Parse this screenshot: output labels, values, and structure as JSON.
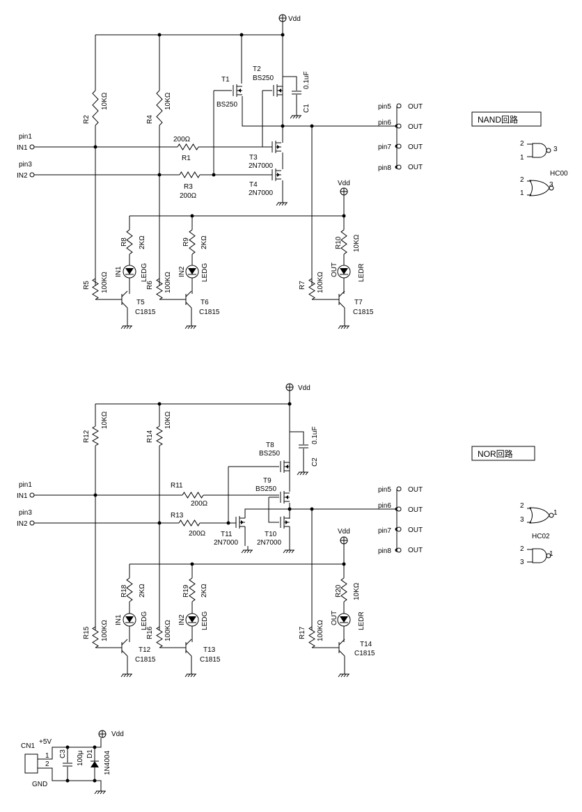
{
  "supply": {
    "vdd": "Vdd"
  },
  "pins": {
    "pin1": "pin1",
    "pin3": "pin3",
    "pin5": "pin5",
    "pin6": "pin6",
    "pin7": "pin7",
    "pin8": "pin8",
    "in1": "IN1",
    "in2": "IN2",
    "out": "OUT"
  },
  "nand": {
    "title": "NAND回路",
    "R1": {
      "ref": "R1",
      "val": "200Ω"
    },
    "R3": {
      "ref": "R3",
      "val": "200Ω"
    },
    "R2": {
      "ref": "R2",
      "val": "10KΩ"
    },
    "R4": {
      "ref": "R4",
      "val": "10KΩ"
    },
    "R5": {
      "ref": "R5",
      "val": "100KΩ"
    },
    "R6": {
      "ref": "R6",
      "val": "100KΩ"
    },
    "R7": {
      "ref": "R7",
      "val": "100KΩ"
    },
    "R8": {
      "ref": "R8",
      "val": "2KΩ"
    },
    "R9": {
      "ref": "R9",
      "val": "2KΩ"
    },
    "R10": {
      "ref": "R10",
      "val": "10KΩ"
    },
    "T1": {
      "ref": "T1",
      "val": "BS250"
    },
    "T2": {
      "ref": "T2",
      "val": "BS250"
    },
    "T3": {
      "ref": "T3",
      "val": "2N7000"
    },
    "T4": {
      "ref": "T4",
      "val": "2N7000"
    },
    "T5": {
      "ref": "T5",
      "val": "C1815"
    },
    "T6": {
      "ref": "T6",
      "val": "C1815"
    },
    "T7": {
      "ref": "T7",
      "val": "C1815"
    },
    "C1": {
      "ref": "C1",
      "val": "0.1uF"
    },
    "led1": {
      "name": "IN1",
      "type": "LEDG"
    },
    "led2": {
      "name": "IN2",
      "type": "LEDG"
    },
    "led3": {
      "name": "OUT",
      "type": "LEDR"
    },
    "gate_pins": {
      "a": "2",
      "b": "1",
      "y": "3"
    },
    "ic": "HC00"
  },
  "nor": {
    "title": "NOR回路",
    "R11": {
      "ref": "R11",
      "val": "200Ω"
    },
    "R13": {
      "ref": "R13",
      "val": "200Ω"
    },
    "R12": {
      "ref": "R12",
      "val": "10KΩ"
    },
    "R14": {
      "ref": "R14",
      "val": "10KΩ"
    },
    "R15": {
      "ref": "R15",
      "val": "100KΩ"
    },
    "R16": {
      "ref": "R16",
      "val": "100KΩ"
    },
    "R17": {
      "ref": "R17",
      "val": "100KΩ"
    },
    "R18": {
      "ref": "R18",
      "val": "2KΩ"
    },
    "R19": {
      "ref": "R19",
      "val": "2KΩ"
    },
    "R20": {
      "ref": "R20",
      "val": "10KΩ"
    },
    "T8": {
      "ref": "T8",
      "val": "BS250"
    },
    "T9": {
      "ref": "T9",
      "val": "BS250"
    },
    "T10": {
      "ref": "T10",
      "val": "2N7000"
    },
    "T11": {
      "ref": "T11",
      "val": "2N7000"
    },
    "T12": {
      "ref": "T12",
      "val": "C1815"
    },
    "T13": {
      "ref": "T13",
      "val": "C1815"
    },
    "T14": {
      "ref": "T14",
      "val": "C1815"
    },
    "C2": {
      "ref": "C2",
      "val": "0.1uF"
    },
    "led1": {
      "name": "IN1",
      "type": "LEDG"
    },
    "led2": {
      "name": "IN2",
      "type": "LEDG"
    },
    "led3": {
      "name": "OUT",
      "type": "LEDR"
    },
    "gate_pins": {
      "a": "2",
      "b": "3",
      "y": "1"
    },
    "ic": "HC02"
  },
  "power": {
    "CN1": "CN1",
    "plus5": "+5V",
    "gnd": "GND",
    "pin_1": "1",
    "pin_2": "2",
    "C3": {
      "ref": "C3",
      "val": "100μ"
    },
    "D1": {
      "ref": "D1",
      "val": "1N4004"
    }
  }
}
